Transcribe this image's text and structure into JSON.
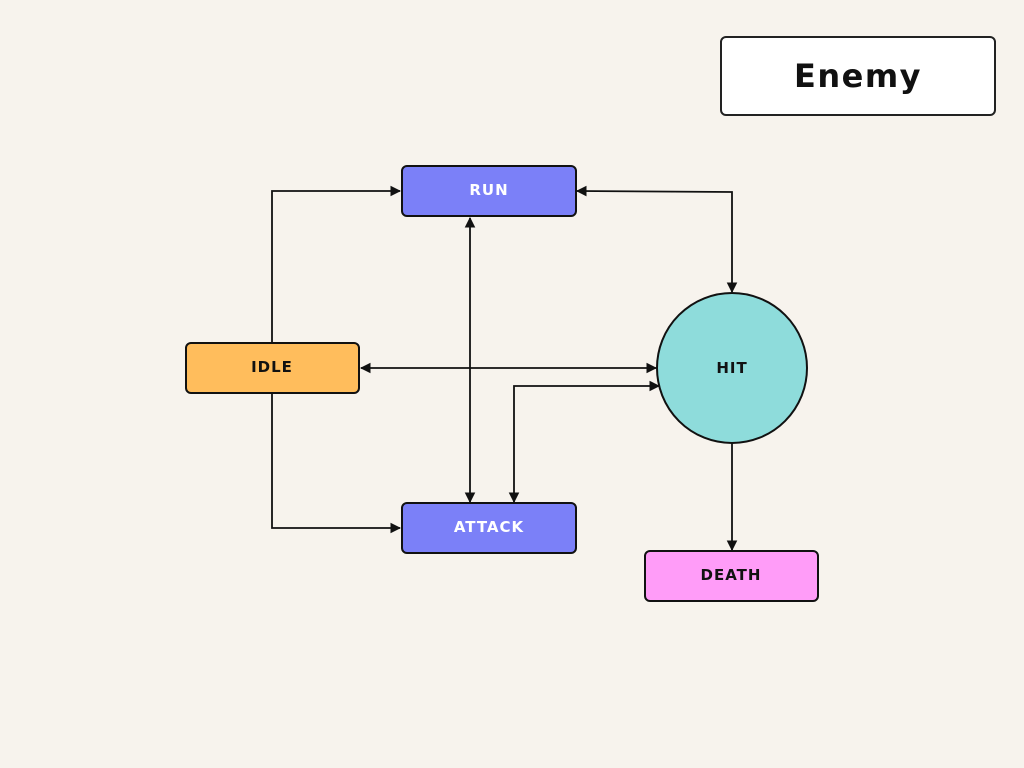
{
  "title": "Enemy",
  "states": {
    "run": {
      "label": "RUN",
      "color": "#7b80f8",
      "text_color": "#ffffff"
    },
    "idle": {
      "label": "IDLE",
      "color": "#ffbd5c",
      "text_color": "#111111"
    },
    "attack": {
      "label": "ATTACK",
      "color": "#7b80f8",
      "text_color": "#ffffff"
    },
    "hit": {
      "label": "HIT",
      "color": "#8edcdb",
      "text_color": "#111111"
    },
    "death": {
      "label": "DEATH",
      "color": "#ff9cf8",
      "text_color": "#111111"
    }
  },
  "transitions": [
    {
      "from": "IDLE",
      "to": "RUN"
    },
    {
      "from": "IDLE",
      "to": "ATTACK"
    },
    {
      "from": "IDLE",
      "to": "HIT",
      "bidirectional": true
    },
    {
      "from": "RUN",
      "to": "ATTACK",
      "bidirectional": true
    },
    {
      "from": "RUN",
      "to": "HIT",
      "bidirectional": true
    },
    {
      "from": "ATTACK",
      "to": "HIT",
      "bidirectional": true
    },
    {
      "from": "HIT",
      "to": "DEATH"
    }
  ]
}
